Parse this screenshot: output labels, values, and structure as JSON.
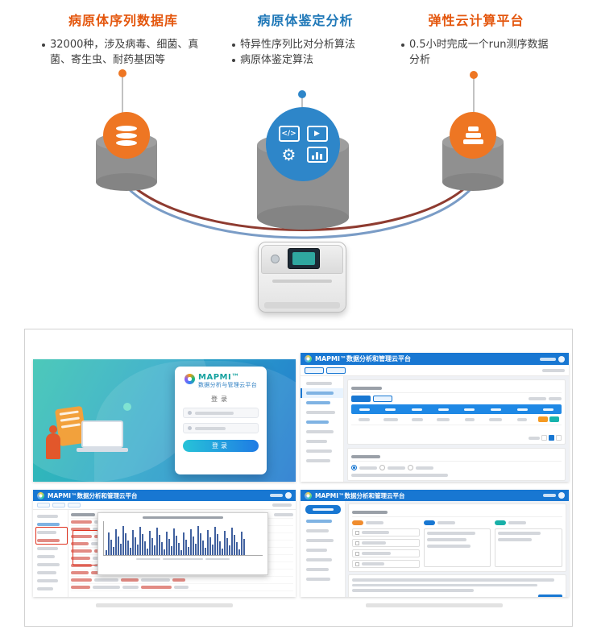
{
  "features": [
    {
      "title": "病原体序列数据库",
      "bullets": [
        "32000种，涉及病毒、细菌、真菌、寄生虫、耐药基因等"
      ]
    },
    {
      "title": "病原体鉴定分析",
      "bullets": [
        "特异性序列比对分析算法",
        "病原体鉴定算法"
      ]
    },
    {
      "title": "弹性云计算平台",
      "bullets": [
        "0.5小时完成一个run测序数据分析"
      ]
    }
  ],
  "diagram": {
    "icons": {
      "database": "database-stack-icon",
      "code": "</>",
      "play": "▶",
      "gear": "⚙",
      "chart": "bar-chart-icon",
      "layers": "stacked-layers-icon"
    },
    "colors": {
      "title_orange": "#E4570E",
      "title_blue": "#1F78B8",
      "badge_orange": "#EE7623",
      "badge_blue": "#2E86C9",
      "cylinder_gray": "#909090",
      "curve_red": "#8E3B30",
      "curve_blue": "#7A9CC6"
    }
  },
  "screens": {
    "login": {
      "brand": "MAPMI™",
      "brand_subtitle": "数据分析与管理云平台",
      "form_title": "登录",
      "submit_label": "登录"
    },
    "admin": {
      "title": "MAPMI™数据分析和管理云平台",
      "header_color": "#1877D2",
      "table_header_color": "#1E88E5",
      "action_colors": [
        "#F59A23",
        "#17B3AD"
      ]
    }
  }
}
